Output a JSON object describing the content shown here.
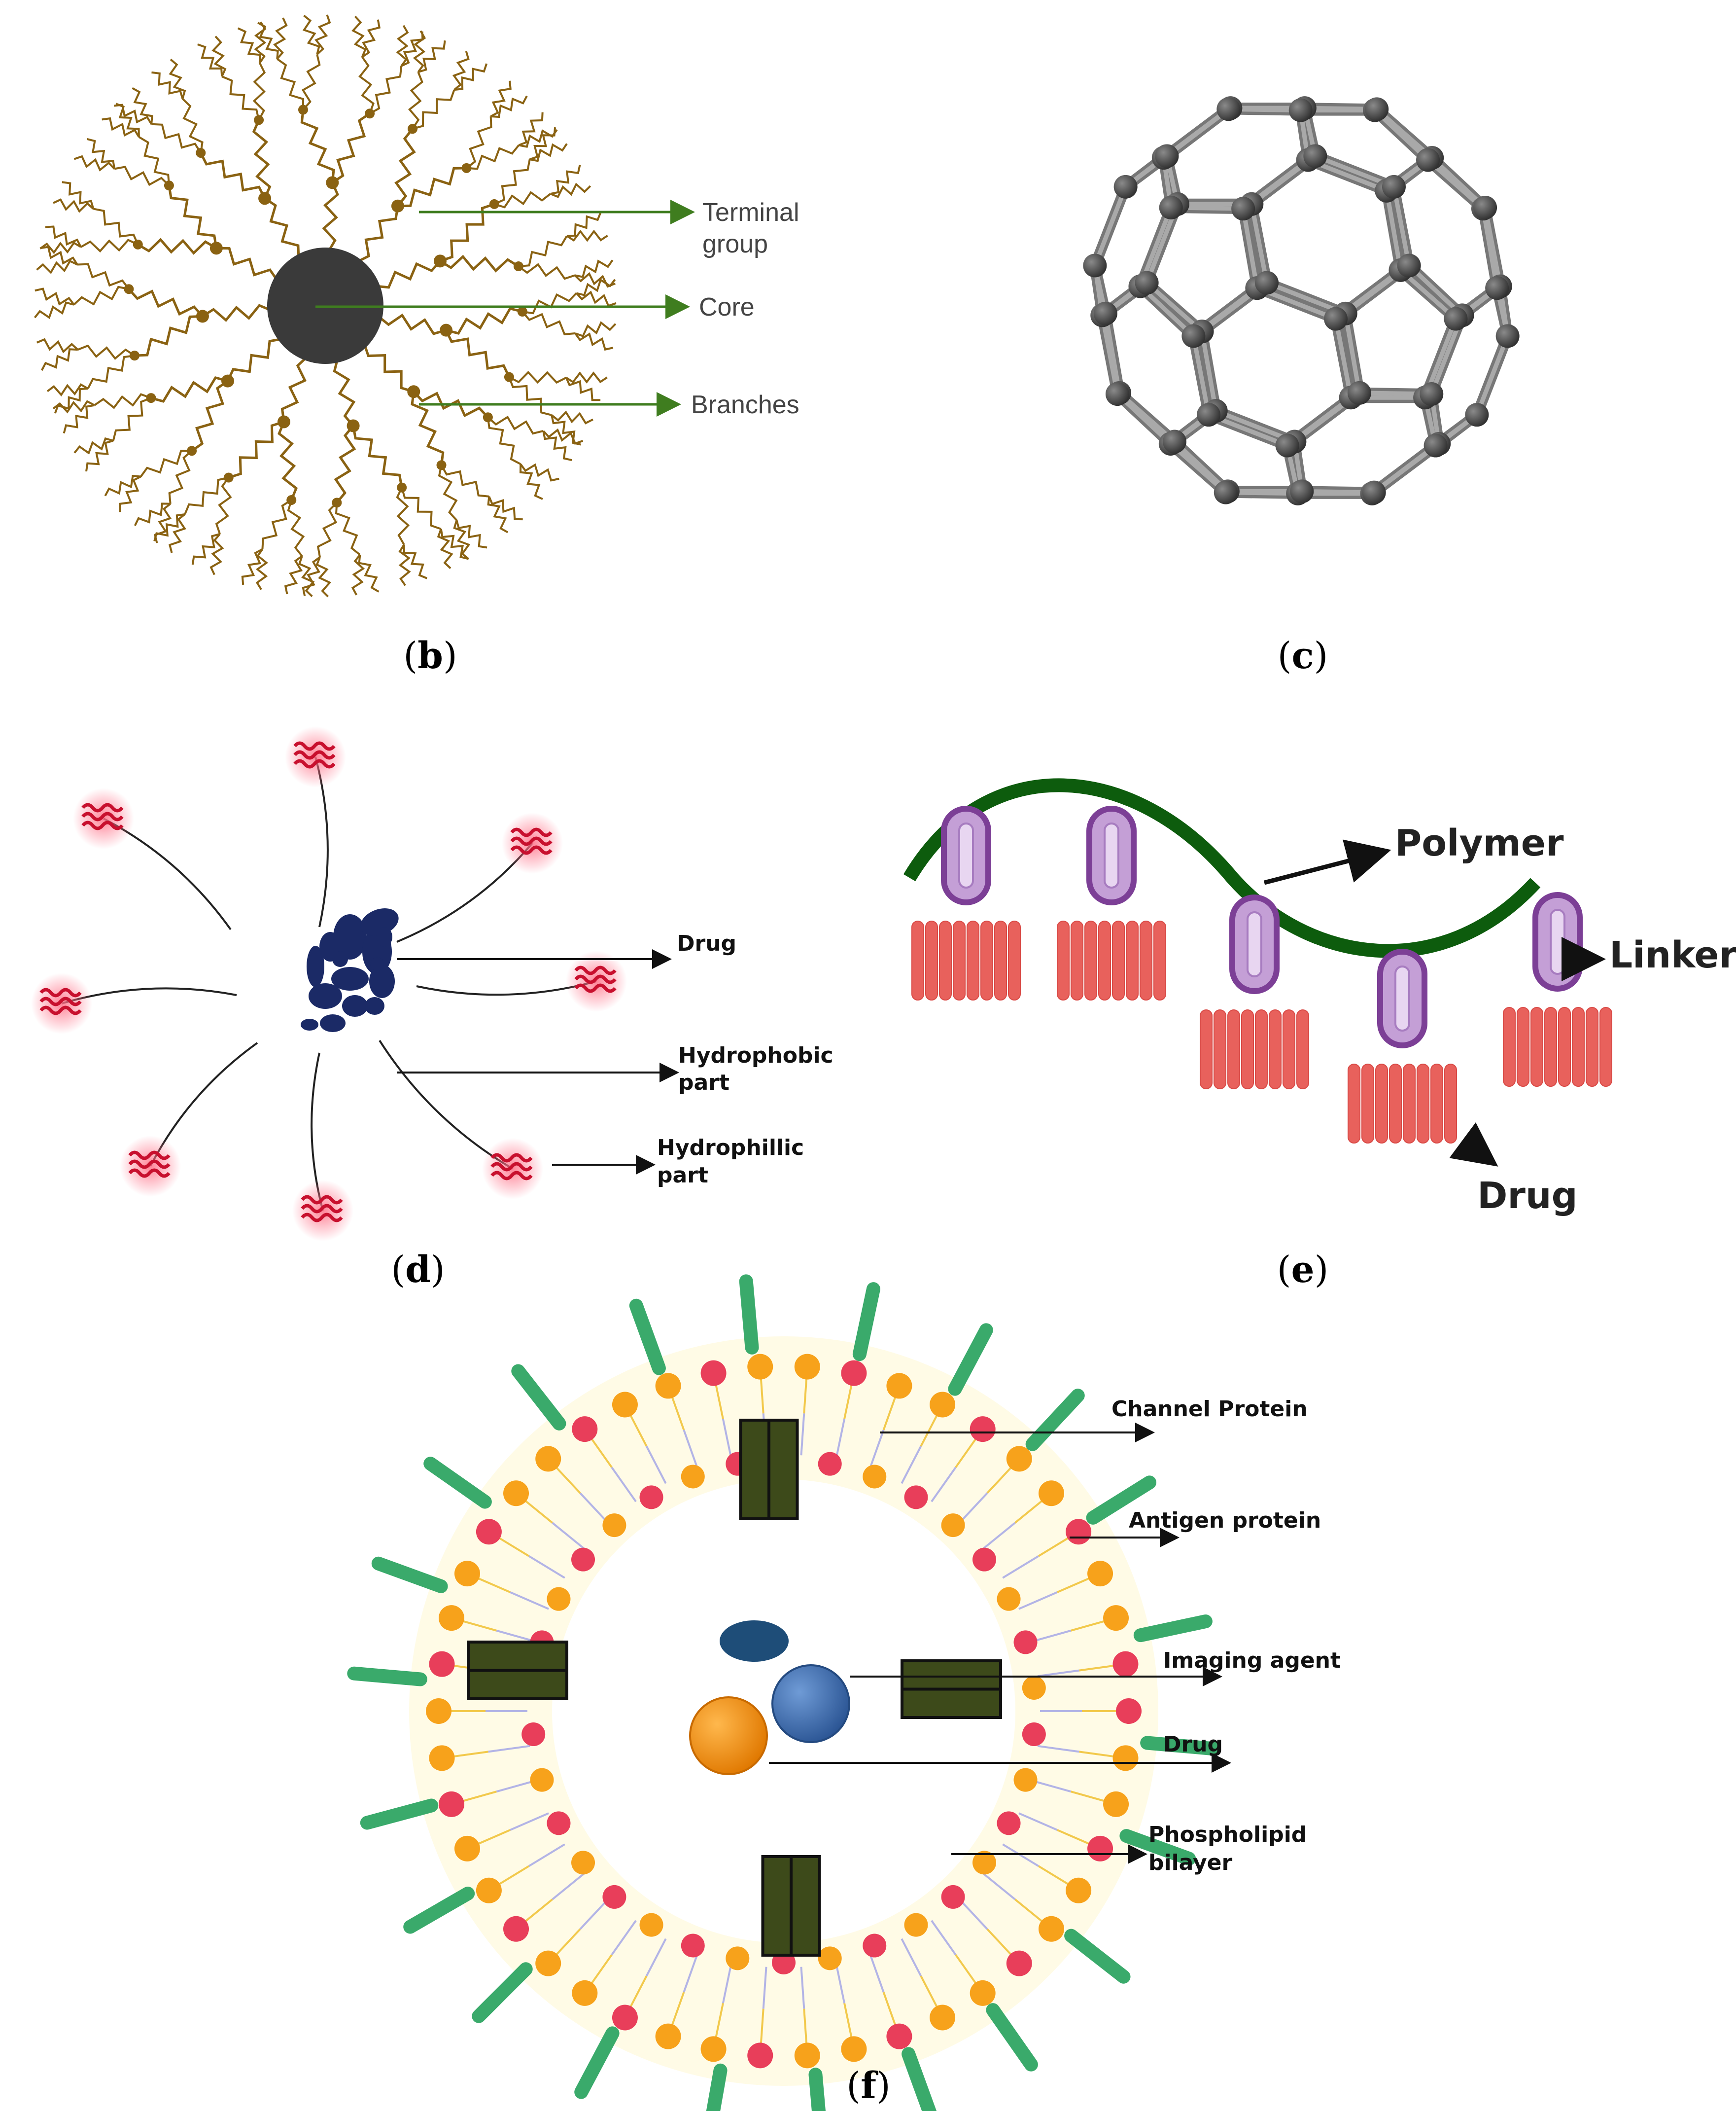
{
  "panels": {
    "b": {
      "caption_letter": "b",
      "labels": {
        "terminal_line1": "Terminal",
        "terminal_line2": "group",
        "core": "Core",
        "branches": "Branches"
      },
      "colors": {
        "branch": "#8a6212",
        "core": "#3a3a3a",
        "arrow": "#3f7d1f"
      }
    },
    "c": {
      "caption_letter": "c",
      "colors": {
        "bond": "#8c8c8c",
        "atom": "#3a3a3a"
      }
    },
    "d": {
      "caption_letter": "d",
      "labels": {
        "drug": "Drug",
        "hydrophobic_line1": "Hydrophobic",
        "hydrophobic_line2": "part",
        "hydrophilic_line1": "Hydrophillic",
        "hydrophilic_line2": "part"
      },
      "colors": {
        "drug": "#1b2a66",
        "head": "#c8102e",
        "glow": "#ff6f86"
      }
    },
    "e": {
      "caption_letter": "e",
      "labels": {
        "polymer": "Polymer",
        "linker": "Linker",
        "drug": "Drug"
      },
      "colors": {
        "polymer": "#0d5c0d",
        "linker": "#8e5aa6",
        "drug": "#e8615c"
      }
    },
    "f": {
      "caption_letter": "f",
      "labels": {
        "channel": "Channel Protein",
        "antigen": "Antigen protein",
        "imaging": "Imaging agent",
        "drug": "Drug",
        "bilayer_line1": "Phospholipid",
        "bilayer_line2": "bilayer"
      },
      "colors": {
        "head_orange": "#f7a21b",
        "head_pink": "#e83e5a",
        "tail": "#f2c94c",
        "protein": "#3d4a1a",
        "antigen": "#3aaa6b",
        "imaging": "#3f6fb2",
        "drug": "#f08c00",
        "capsule": "#1e4d78"
      }
    }
  }
}
